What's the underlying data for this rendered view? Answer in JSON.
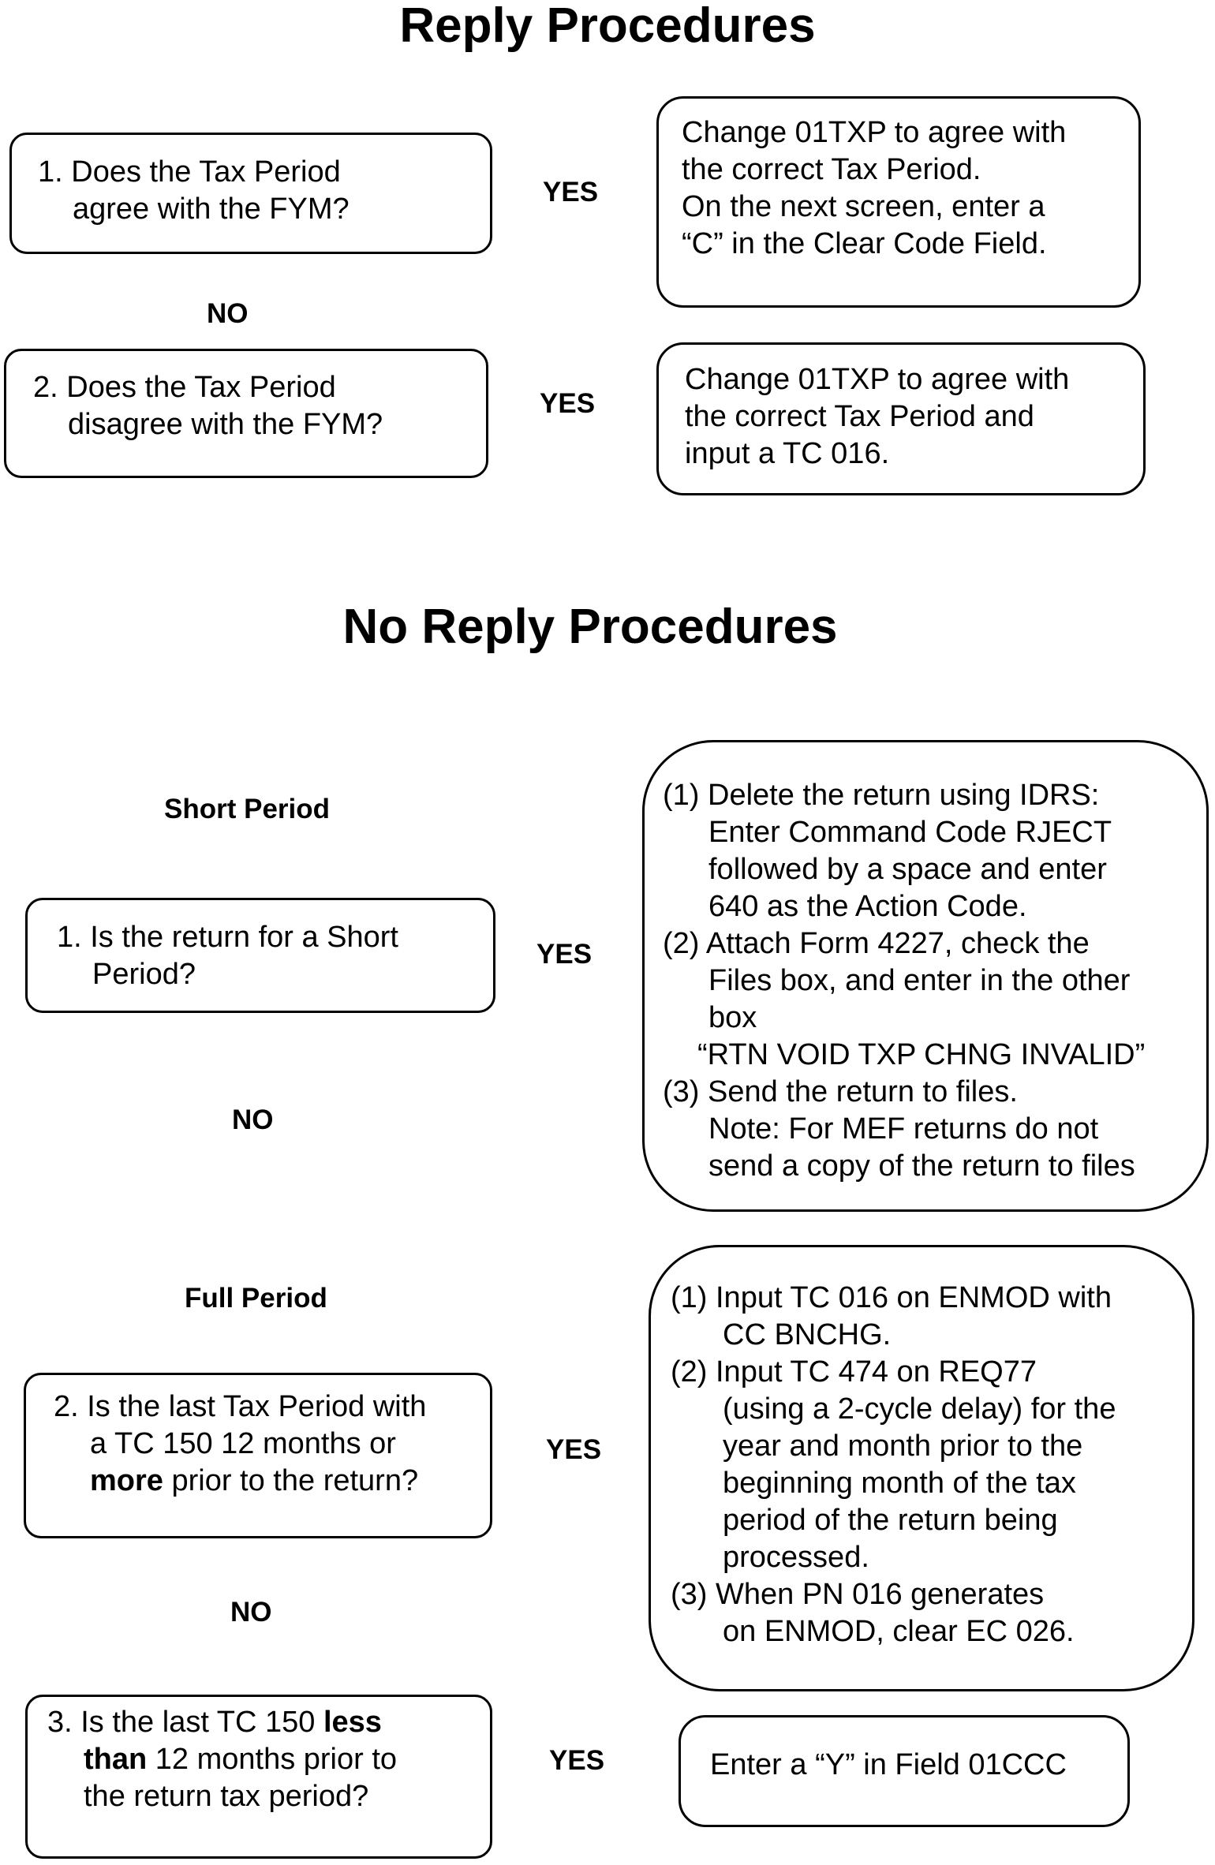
{
  "reply": {
    "title": "Reply Procedures",
    "q1": [
      "1. Does the Tax Period",
      "agree with the FYM?"
    ],
    "yes1": "YES",
    "a1": [
      "Change 01TXP to agree with",
      "the correct Tax Period.",
      "On the next screen, enter a",
      "“C” in the Clear Code Field."
    ],
    "no1": "NO",
    "q2": [
      "2. Does the Tax Period",
      "disagree with the FYM?"
    ],
    "yes2": "YES",
    "a2": [
      "Change 01TXP to agree with",
      "the correct Tax Period and",
      "input a TC 016."
    ]
  },
  "no_reply": {
    "title": "No Reply Procedures",
    "short_period_label": "Short Period",
    "q1": [
      "1. Is the return for a Short",
      "Period?"
    ],
    "yes1": "YES",
    "no1": "NO",
    "a1": [
      "(1) Delete the return using IDRS:",
      "Enter Command Code RJECT",
      "followed by a space and enter",
      "640 as the Action Code.",
      "(2) Attach Form 4227, check the",
      "Files box, and enter in the other",
      "box",
      "“RTN VOID TXP CHNG INVALID”",
      "(3) Send the return to files.",
      "Note: For MEF returns do not",
      "send a copy of the return to files"
    ],
    "full_period_label": "Full Period",
    "q2": {
      "line1": "2. Is the last Tax Period with",
      "line2": "a TC 150 12 months or",
      "line3_bold": "more",
      "line3_rest": " prior to the return?"
    },
    "yes2": "YES",
    "no2": "NO",
    "a2": [
      "(1)  Input TC 016 on ENMOD with",
      "CC BNCHG.",
      "(2)  Input TC 474 on REQ77",
      "(using a 2-cycle delay) for the",
      "year and month prior to the",
      "beginning month of the tax",
      "period of the return being",
      "processed.",
      "(3)  When PN 016 generates",
      "on ENMOD, clear EC 026."
    ],
    "q3": {
      "line1_start": "3. Is the last TC 150 ",
      "line1_bold": "less",
      "line2_bold": "than",
      "line2_rest": " 12 months prior to",
      "line3": "the return tax period?"
    },
    "yes3": "YES",
    "a3": "Enter a “Y” in Field 01CCC"
  }
}
